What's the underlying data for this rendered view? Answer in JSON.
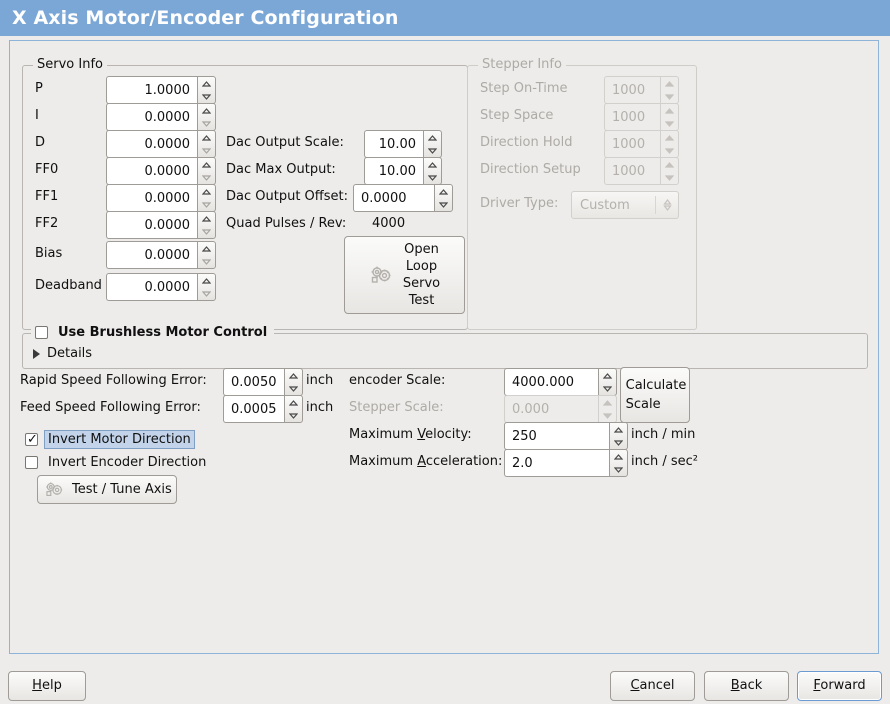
{
  "window": {
    "title": "X Axis Motor/Encoder Configuration",
    "title_bar_color": "#7ba7d7",
    "background_color": "#edecea"
  },
  "servo_info": {
    "legend": "Servo Info",
    "pid_rows": [
      {
        "label": "P",
        "value": "1.0000"
      },
      {
        "label": "I",
        "value": "0.0000"
      },
      {
        "label": "D",
        "value": "0.0000"
      },
      {
        "label": "FF0",
        "value": "0.0000"
      },
      {
        "label": "FF1",
        "value": "0.0000"
      },
      {
        "label": "FF2",
        "value": "0.0000"
      },
      {
        "label": "Bias",
        "value": "0.0000"
      },
      {
        "label": "Deadband",
        "value": "0.0000"
      }
    ],
    "dac_rows": [
      {
        "label": "Dac Output Scale:",
        "value": "10.00"
      },
      {
        "label": "Dac Max Output:",
        "value": "10.00"
      },
      {
        "label": "Dac Output Offset:",
        "value": "0.0000"
      }
    ],
    "quad_pulses": {
      "label": "Quad Pulses / Rev:",
      "value": "4000"
    },
    "open_loop_button": {
      "line1": "Open",
      "line2": "Loop",
      "line3": "Servo",
      "line4": "Test",
      "icon": "gears-icon"
    }
  },
  "stepper_info": {
    "legend": "Stepper Info",
    "enabled": false,
    "rows": [
      {
        "label": "Step On-Time",
        "value": "1000"
      },
      {
        "label": "Step Space",
        "value": "1000"
      },
      {
        "label": "Direction Hold",
        "value": "1000"
      },
      {
        "label": "Direction Setup",
        "value": "1000"
      }
    ],
    "driver_type": {
      "label": "Driver Type:",
      "value": "Custom"
    }
  },
  "brushless": {
    "checkbox_label": "Use Brushless Motor Control",
    "checked": false,
    "details_label": "Details",
    "details_expanded": false
  },
  "tuning": {
    "rapid_following_error": {
      "label": "Rapid Speed Following Error:",
      "value": "0.0050",
      "unit": "inch"
    },
    "feed_following_error": {
      "label": "Feed Speed Following Error:",
      "value": "0.0005",
      "unit": "inch"
    },
    "invert_motor": {
      "label": "Invert Motor Direction",
      "checked": true,
      "focused": true
    },
    "invert_encoder": {
      "label": "Invert Encoder Direction",
      "checked": false,
      "focused": false
    },
    "test_tune_button": {
      "label": "Test / Tune Axis",
      "icon": "gears-icon"
    }
  },
  "scales": {
    "encoder_scale": {
      "label": "encoder Scale:",
      "value": "4000.000",
      "enabled": true
    },
    "stepper_scale": {
      "label": "Stepper Scale:",
      "value": "0.000",
      "enabled": false
    },
    "max_velocity": {
      "label_pre": "Maximum ",
      "label_mn": "V",
      "label_post": "elocity:",
      "value": "250",
      "unit": "inch / min"
    },
    "max_acceleration": {
      "label_pre": "Maximum ",
      "label_mn": "A",
      "label_post": "cceleration:",
      "value": "2.0",
      "unit": "inch / sec²"
    },
    "calculate_button": {
      "line1": "Calculate",
      "line2": "Scale"
    }
  },
  "actions": {
    "help": {
      "mn": "H",
      "rest": "elp"
    },
    "cancel": {
      "mn": "C",
      "rest": "ancel"
    },
    "back": {
      "mn": "B",
      "rest": "ack"
    },
    "forward": {
      "mn": "F",
      "rest": "orward",
      "focused": true
    }
  }
}
